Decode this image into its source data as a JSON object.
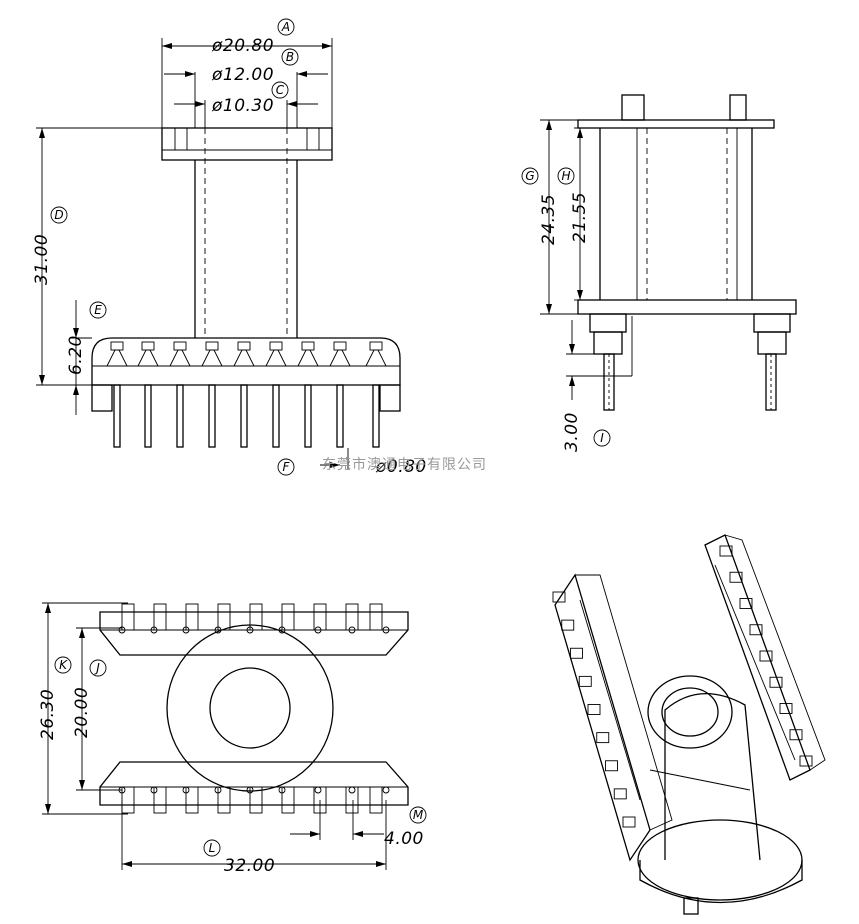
{
  "dimensions": {
    "A": "ø20.80",
    "B": "ø12.00",
    "C": "ø10.30",
    "D": "31.00",
    "E": "6.20",
    "F": "ø0.80",
    "G": "24.35",
    "H": "21.55",
    "I": "3.00",
    "J": "20.00",
    "K": "26.30",
    "L": "32.00",
    "M": "4.00"
  },
  "markers": [
    "A",
    "B",
    "C",
    "D",
    "E",
    "F",
    "G",
    "H",
    "I",
    "J",
    "K",
    "L",
    "M"
  ],
  "watermark": "东莞市澳通电子有限公司",
  "colors": {
    "line": "#000000",
    "watermark": "#999999"
  }
}
